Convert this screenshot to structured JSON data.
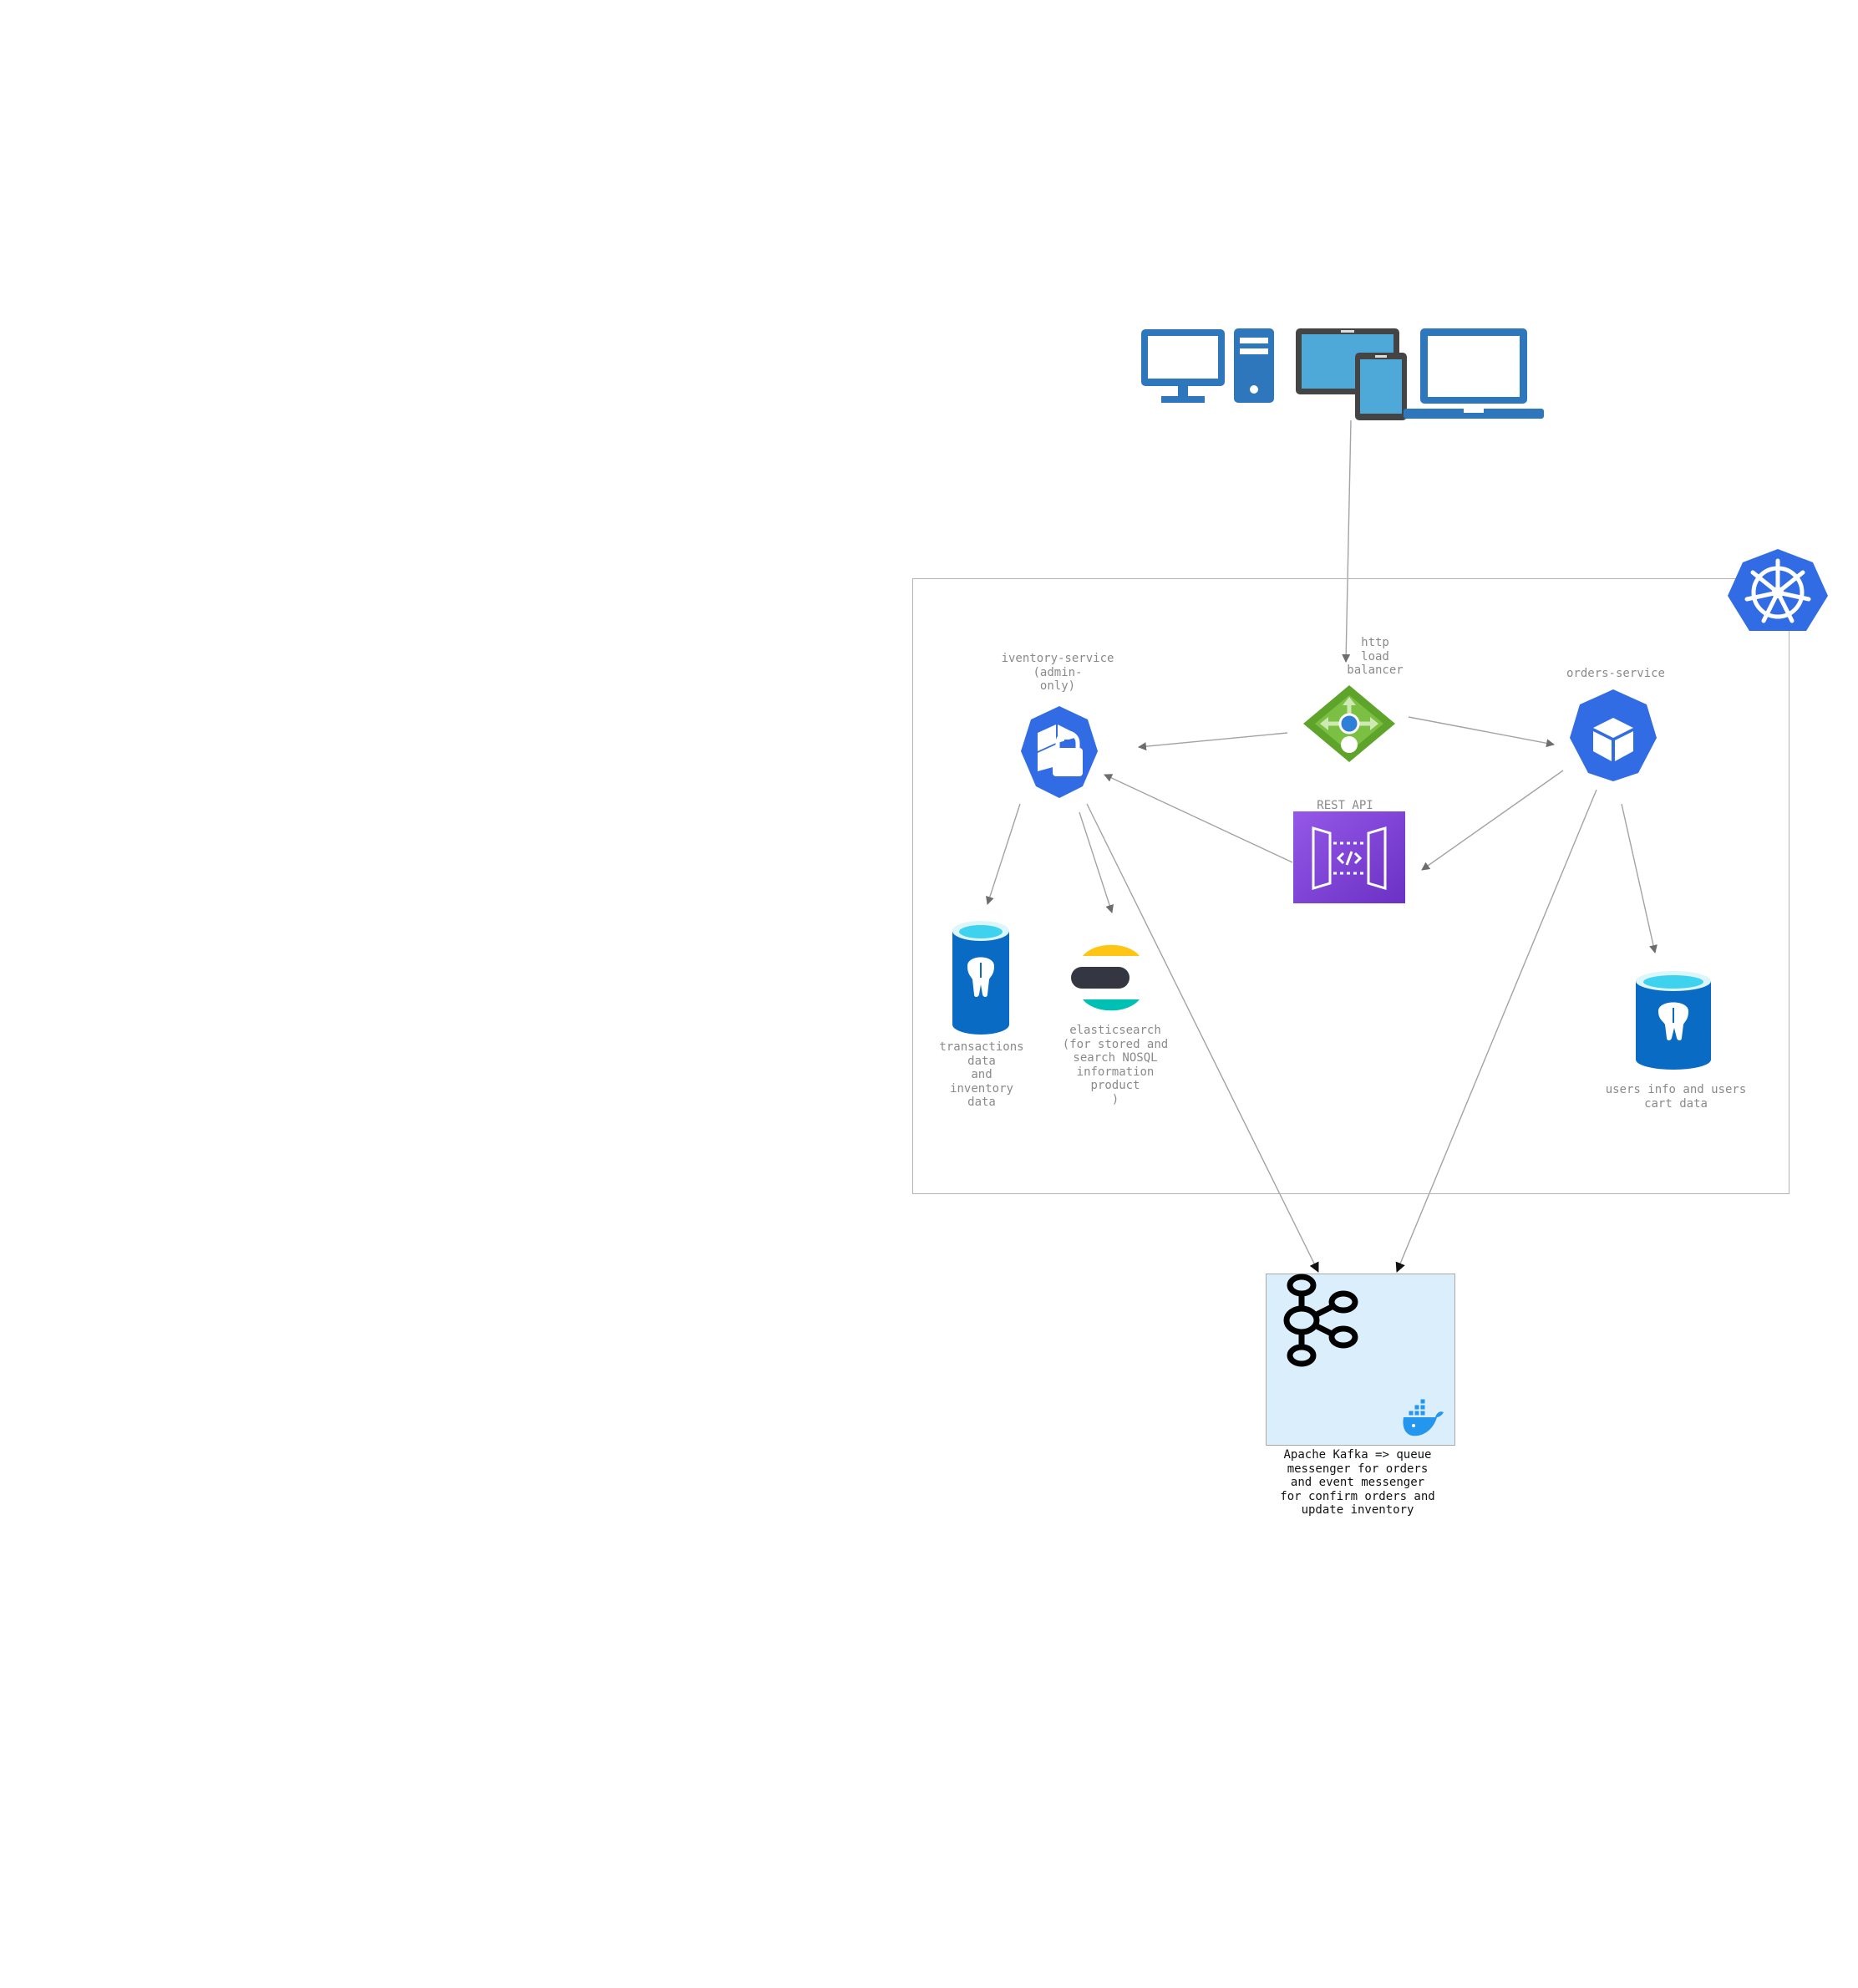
{
  "diagram": {
    "clients": {
      "icons": [
        "desktop-icon",
        "tablet-phone-icon",
        "laptop-icon"
      ]
    },
    "cluster": {
      "icon": "kubernetes-icon"
    },
    "load_balancer": {
      "label": "http\nload\nbalancer",
      "icon": "load-balancer-icon"
    },
    "inventory_service": {
      "label": "iventory-service\n(admin-\nonly)",
      "icon": "locked-service-icon"
    },
    "orders_service": {
      "label": "orders-service",
      "icon": "service-cube-icon"
    },
    "rest_api": {
      "label": "REST API",
      "icon": "api-gateway-icon"
    },
    "inventory_db": {
      "label": "transactions\ndata\nand\ninventory\ndata",
      "icon": "postgres-database-icon"
    },
    "elasticsearch": {
      "label": "elasticsearch\n(for stored and\nsearch NOSQL\ninformation\nproduct\n)",
      "icon": "elasticsearch-icon"
    },
    "users_db": {
      "label": "users info and users\ncart data",
      "icon": "postgres-database-icon"
    },
    "kafka": {
      "label": "Apache Kafka => queue\nmessenger for orders\nand event messenger\nfor confirm orders and\nupdate inventory",
      "icons": [
        "kafka-icon",
        "docker-icon"
      ]
    },
    "colors": {
      "kubernetes": "#326ce5",
      "client_blue": "#2f77bc",
      "lb_green": "#5ea32a",
      "api_purple": "#7a3fd0",
      "db_blue": "#0a6bc4",
      "kafka_bg": "#dbeefb",
      "edge": "#9a9a9a"
    }
  }
}
